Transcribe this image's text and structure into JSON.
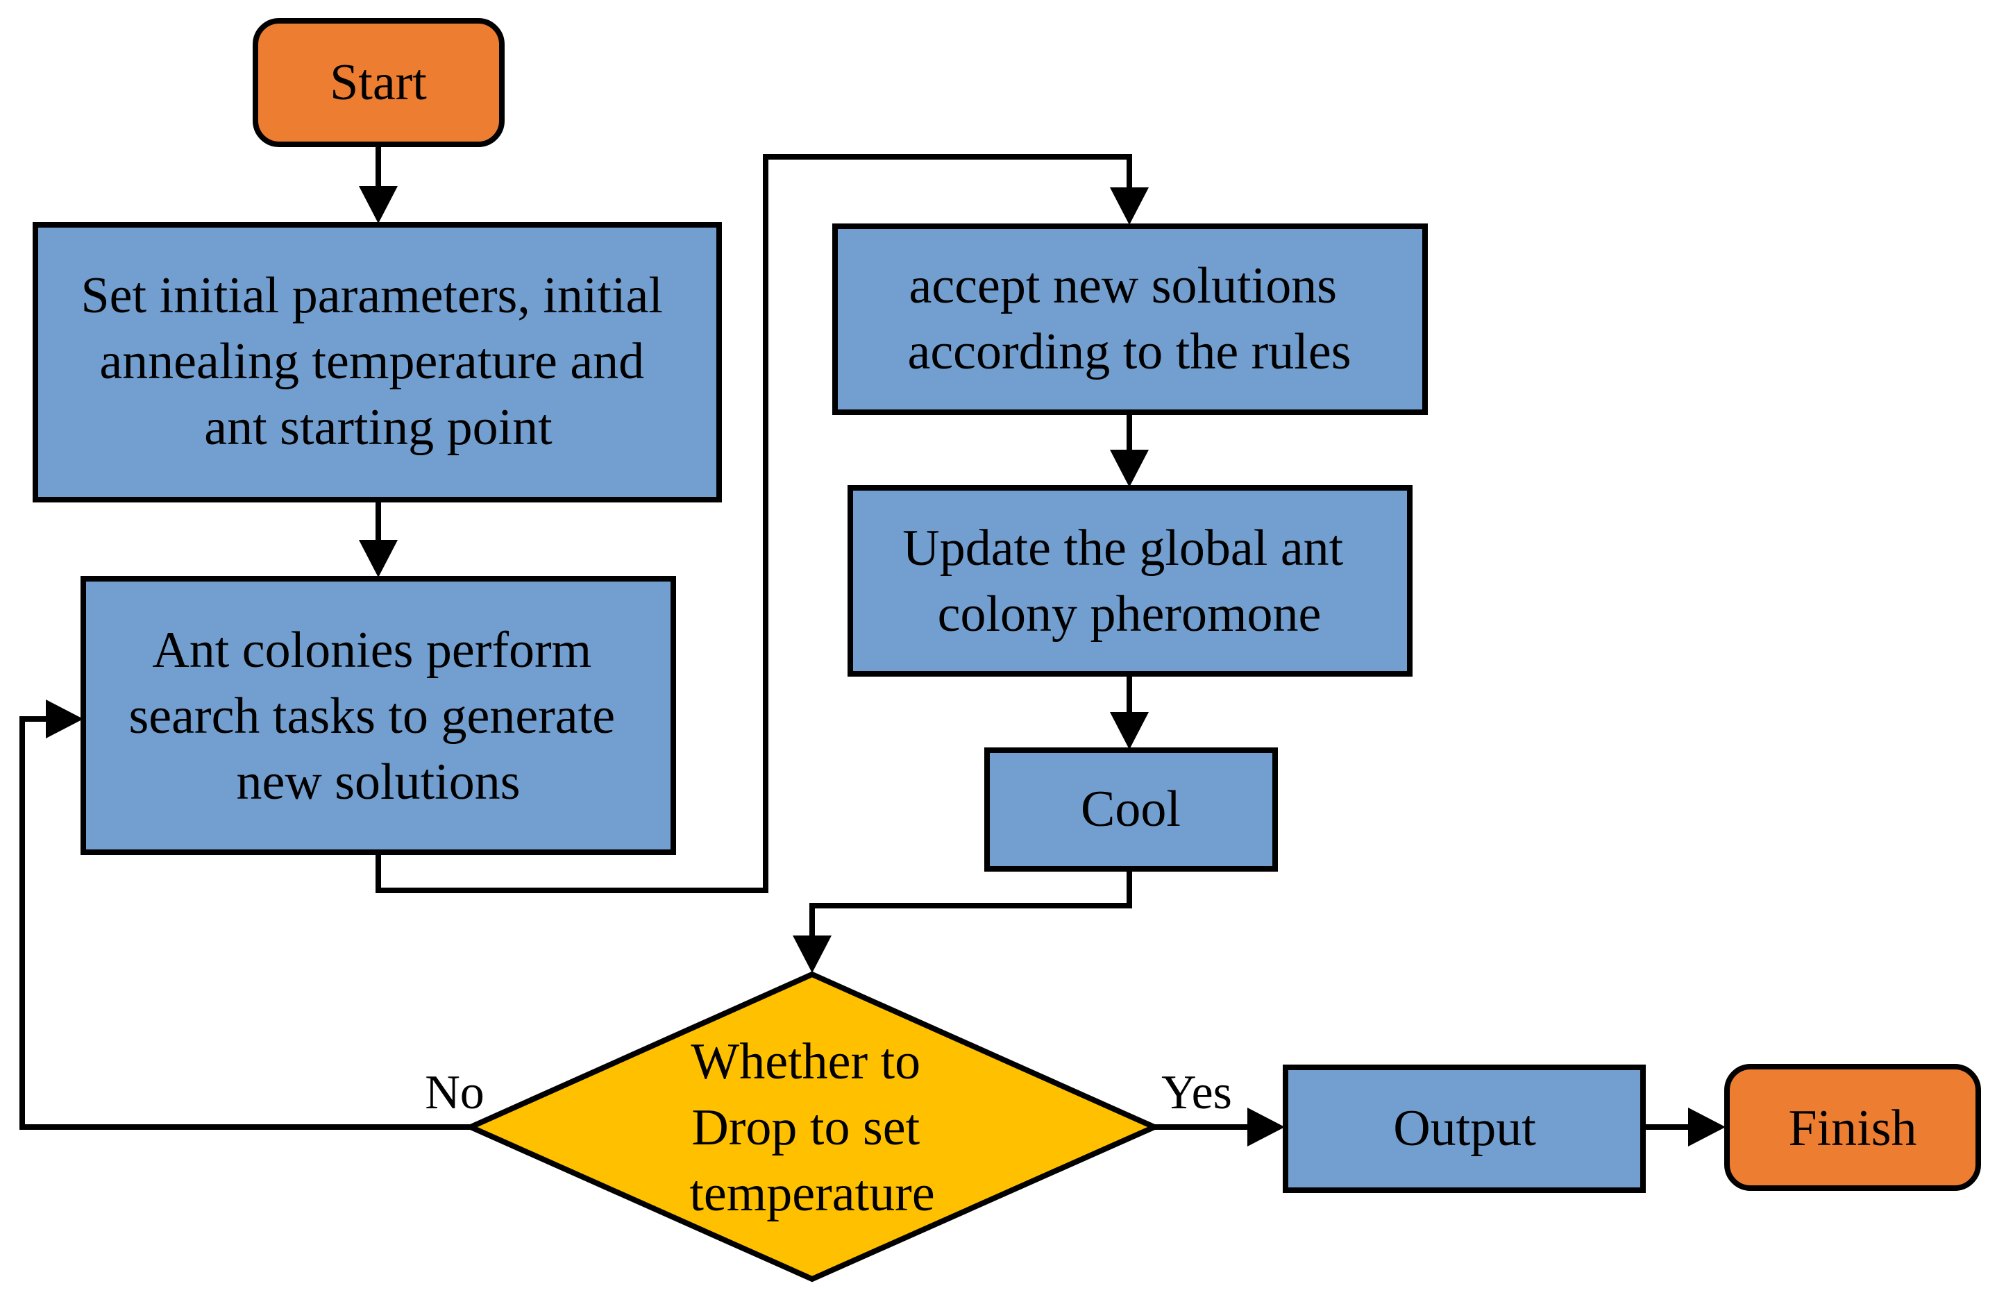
{
  "colors": {
    "terminal_fill": "#ed7d31",
    "process_fill": "#729fcf",
    "decision_fill": "#ffc000",
    "stroke": "#000000"
  },
  "nodes": {
    "start": {
      "lines": [
        "Start"
      ]
    },
    "init": {
      "lines": [
        "Set initial parameters, initial",
        "annealing temperature and",
        "ant starting point"
      ]
    },
    "search": {
      "lines": [
        "Ant colonies perform",
        "search tasks to generate",
        "new solutions"
      ]
    },
    "accept": {
      "lines": [
        "accept new solutions",
        "according to the rules"
      ]
    },
    "update": {
      "lines": [
        "Update the global ant",
        "colony pheromone"
      ]
    },
    "cool": {
      "lines": [
        "Cool"
      ]
    },
    "decision": {
      "lines": [
        "Whether to",
        "Drop to set",
        "temperature"
      ]
    },
    "output": {
      "lines": [
        "Output"
      ]
    },
    "finish": {
      "lines": [
        "Finish"
      ]
    }
  },
  "edge_labels": {
    "no": "No",
    "yes": "Yes"
  }
}
